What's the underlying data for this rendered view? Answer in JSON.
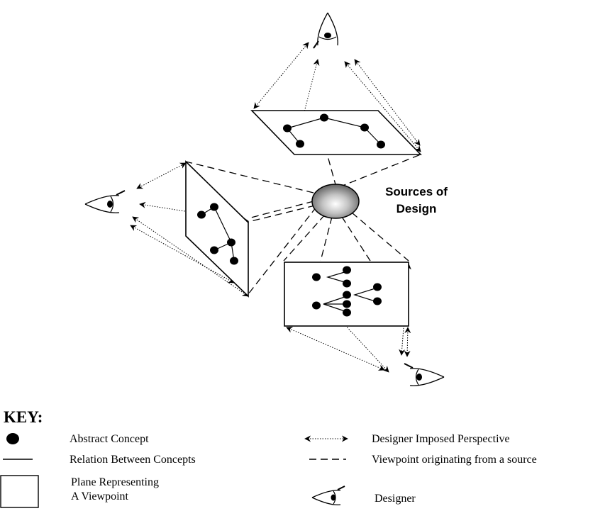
{
  "diagram": {
    "source_label_line1": "Sources of",
    "source_label_line2": "Design"
  },
  "key": {
    "title": "KEY:",
    "abstract_concept": "Abstract Concept",
    "relation": "Relation Between Concepts",
    "plane_line1": "Plane Representing",
    "plane_line2": "A Viewpoint",
    "imposed_perspective": "Designer Imposed Perspective",
    "viewpoint_source": "Viewpoint originating from a source",
    "designer": "Designer"
  }
}
